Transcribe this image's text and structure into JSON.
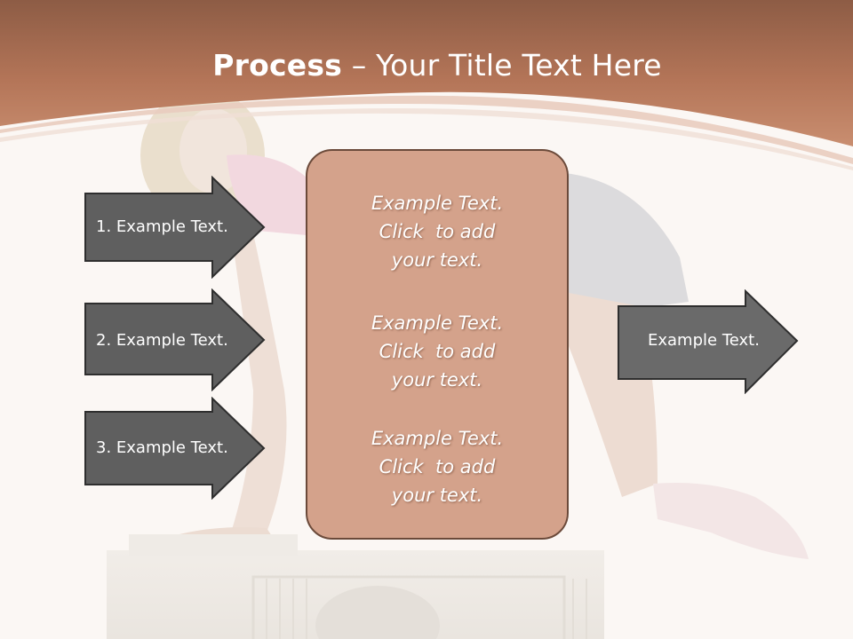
{
  "slide": {
    "title_bold": "Process",
    "title_rest": "– Your Title Text Here",
    "left_items": [
      {
        "label": "1. Example Text."
      },
      {
        "label": "2. Example Text."
      },
      {
        "label": "3. Example Text."
      }
    ],
    "center_box": {
      "paragraphs": [
        {
          "line1": "Example Text.",
          "line2": "Click  to add",
          "line3": "your text."
        },
        {
          "line1": "Example Text.",
          "line2": "Click  to add",
          "line3": "your text."
        },
        {
          "line1": "Example Text.",
          "line2": "Click  to add",
          "line3": "your text."
        }
      ]
    },
    "right_item": {
      "label": "Example Text."
    }
  },
  "colors": {
    "header": "#b87659",
    "arrow_dark": "#5f5f5f",
    "arrow_light": "#6a6a6a",
    "center_fill": "#d4a28b",
    "center_border": "#6b4a3a"
  },
  "icons": [
    "arrow-right-shape"
  ]
}
